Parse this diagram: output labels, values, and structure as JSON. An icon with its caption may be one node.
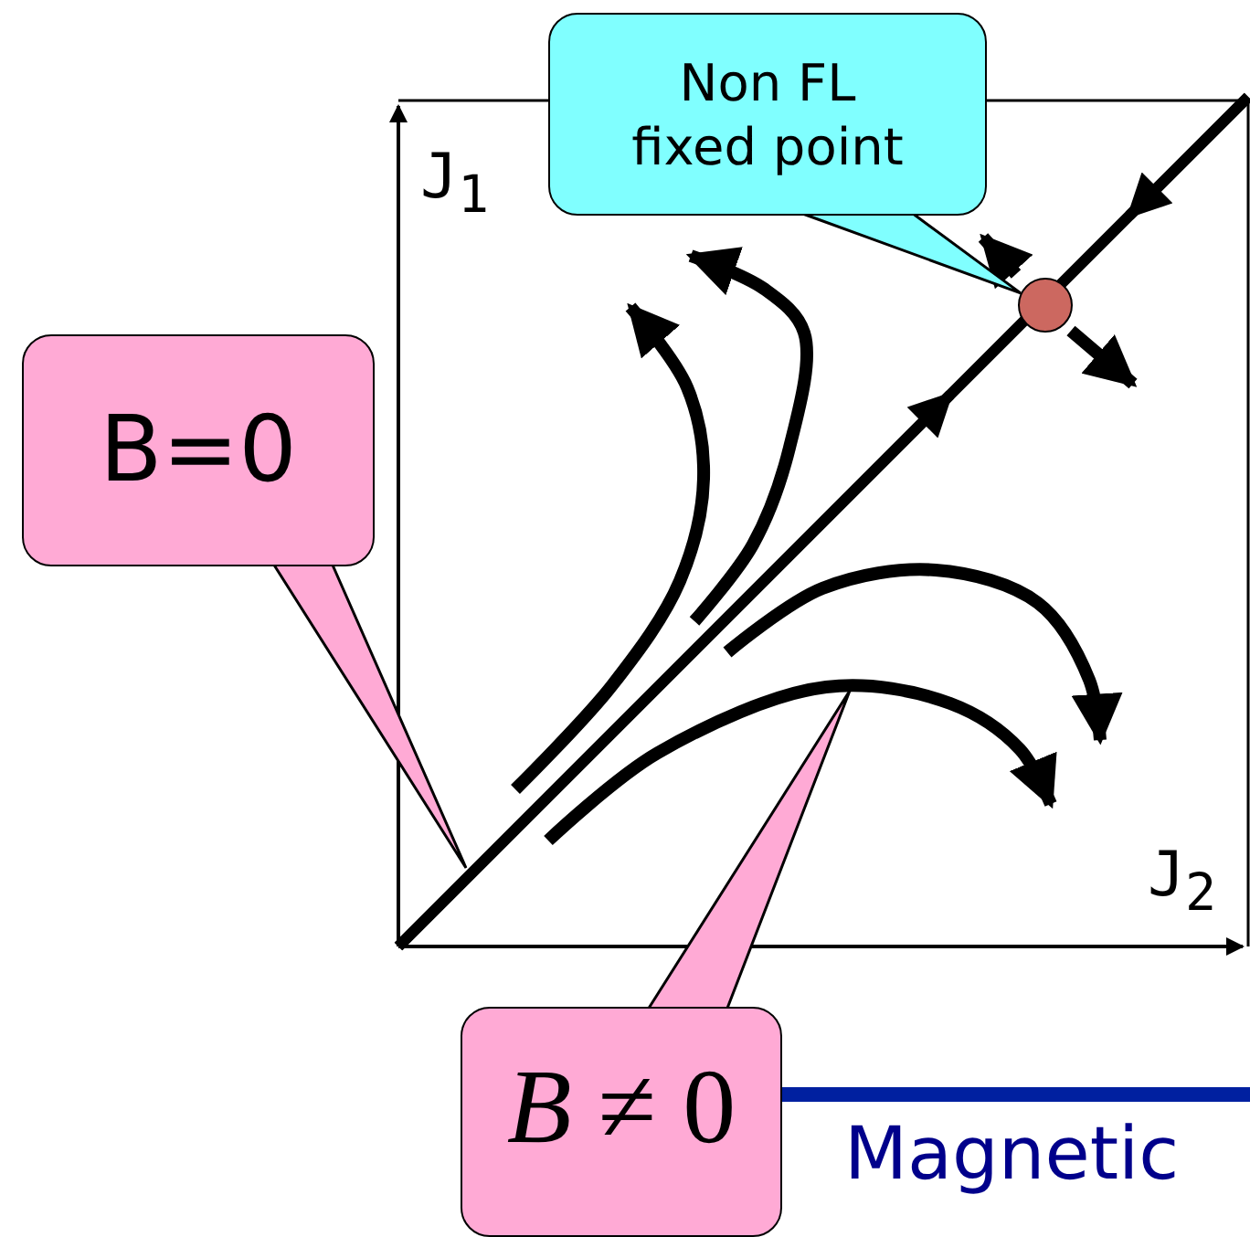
{
  "diagram": {
    "nodes": [
      {
        "text": [
          "Non FL fixed point"
        ]
      },
      {
        "text": [
          "B=0"
        ]
      },
      {
        "text": [
          "*B* ≠ 0"
        ]
      },
      {
        "text": [],
        "shape": "circle"
      }
    ],
    "edges": [
      {
        "from": 0,
        "to": 3,
        "arrow": "none"
      },
      {
        "from": 1,
        "to": null,
        "arrow": "none"
      },
      {
        "from": 2,
        "to": null,
        "arrow": "none"
      }
    ],
    "labels": [
      "J$_{1}$",
      "J$_{2}$",
      "Magnetic"
    ]
  }
}
